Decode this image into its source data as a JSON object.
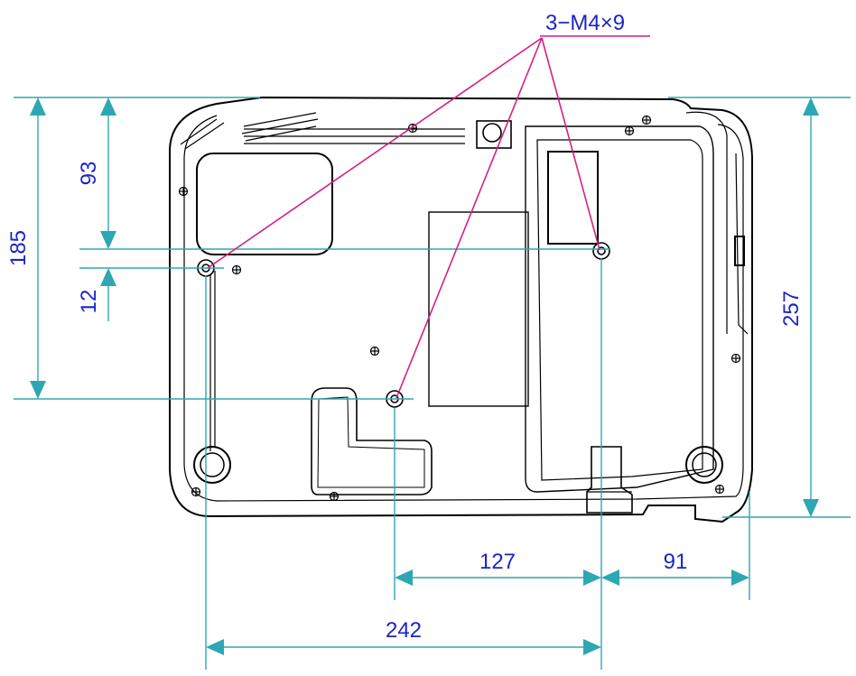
{
  "callout": {
    "label": "3−M4×9"
  },
  "dimensions": {
    "total_height": "185",
    "top_to_hole": "93",
    "hole_offset": "12",
    "right_height": "257",
    "center_to_right_hole": "127",
    "right_hole_to_edge": "91",
    "left_to_right_hole": "242"
  },
  "colors": {
    "dimension_line": "#2da7b3",
    "callout_line": "#d6207e",
    "label_text": "#1c24c8",
    "outline": "#000000"
  },
  "icons": {
    "screw_marks": "crosshair-screw-icon",
    "mount_holes": "mount-hole-icon",
    "feet": "foot-icon"
  }
}
